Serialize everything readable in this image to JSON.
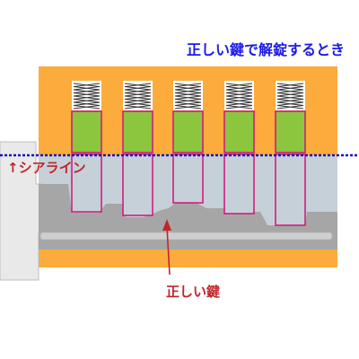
{
  "title": "正しい鍵で解錠するとき",
  "shear_line_label": "↑シアライン",
  "key_label": "正しい鍵",
  "colors": {
    "lock_body": "#fbac3c",
    "plug": "#c6d0d8",
    "key_blade": "#a6a6a6",
    "key_groove": "#cfcfcf",
    "key_head": "#e9e9e9",
    "driver_pin": "#8cc63f",
    "pin_outline": "#d0137a",
    "shear_line": "#1414c8",
    "arrow": "#c0262b",
    "spring_bg": "#ffffff"
  },
  "pins": {
    "count": 5
  }
}
